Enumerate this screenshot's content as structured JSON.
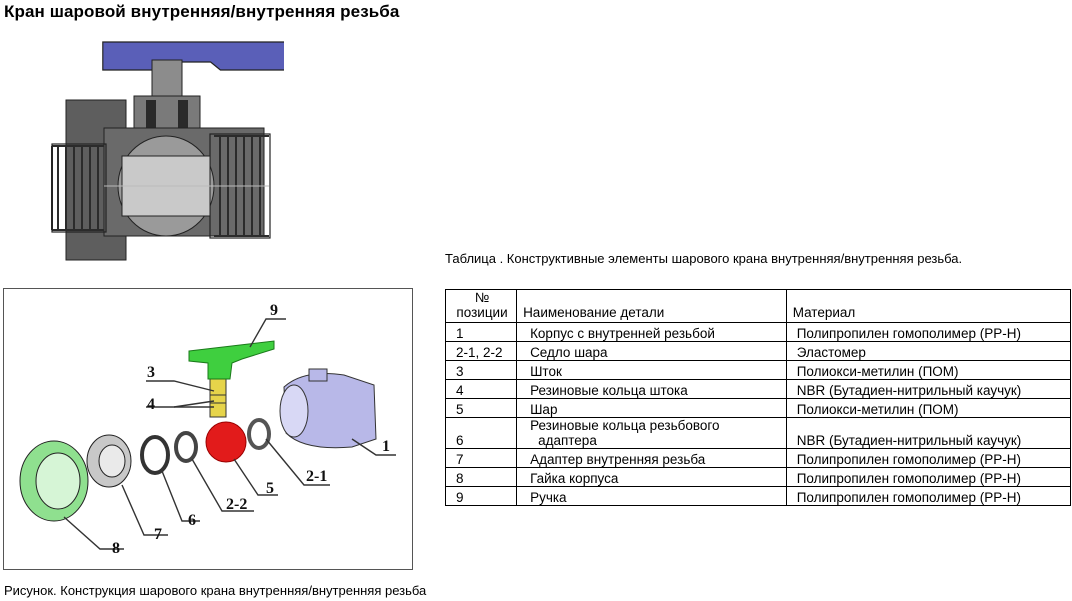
{
  "title": "Кран шаровой внутренняя/внутренняя резьба",
  "table_caption": "Таблица .  Конструктивные элементы шарового крана внутренняя/внутренняя резьба.",
  "figure_caption": "Рисунок. Конструкция шарового крана внутренняя/внутренняя резьба",
  "table": {
    "headers": {
      "pos_line1": "№",
      "pos_line2": "позиции",
      "name": "Наименование детали",
      "material": "Материал"
    },
    "rows": [
      {
        "pos": "1",
        "name": "Корпус с внутренней резьбой",
        "material": "Полипропилен гомополимер (PP-H)"
      },
      {
        "pos": "2-1, 2-2",
        "name": "Седло шара",
        "material": "Эластомер"
      },
      {
        "pos": "3",
        "name": "Шток",
        "material": "Полиокси-метилин (ПОМ)"
      },
      {
        "pos": "4",
        "name": "Резиновые кольца штока",
        "material": "NBR (Бутадиен-нитрильный каучук)"
      },
      {
        "pos": "5",
        "name": "Шар",
        "material": "Полиокси-метилин (ПОМ)"
      },
      {
        "pos": "6",
        "name_line1": "Резиновые кольца  резьбового",
        "name_line2": "адаптера",
        "material": "NBR (Бутадиен-нитрильный каучук)"
      },
      {
        "pos": "7",
        "name": "Адаптер внутренняя резьба",
        "material": "Полипропилен гомополимер (PP-H)"
      },
      {
        "pos": "8",
        "name": "Гайка корпуса",
        "material": "Полипропилен гомополимер (PP-H)"
      },
      {
        "pos": "9",
        "name": "Ручка",
        "material": "Полипропилен гомополимер (PP-H)"
      }
    ]
  },
  "figure_labels": {
    "l9": "9",
    "l3": "3",
    "l4": "4",
    "l1": "1",
    "l2_1": "2-1",
    "l5": "5",
    "l2_2": "2-2",
    "l6": "6",
    "l7": "7",
    "l8": "8"
  },
  "colors": {
    "handle_section": "#5a5fb8",
    "handle_exploded": "#3fcf3f",
    "ball": "#e21b1b",
    "stem": "#e6d44a",
    "body_exploded": "#b8b8e8",
    "nut_exploded": "#8fe08f",
    "section_body": "#6a6a6a"
  }
}
